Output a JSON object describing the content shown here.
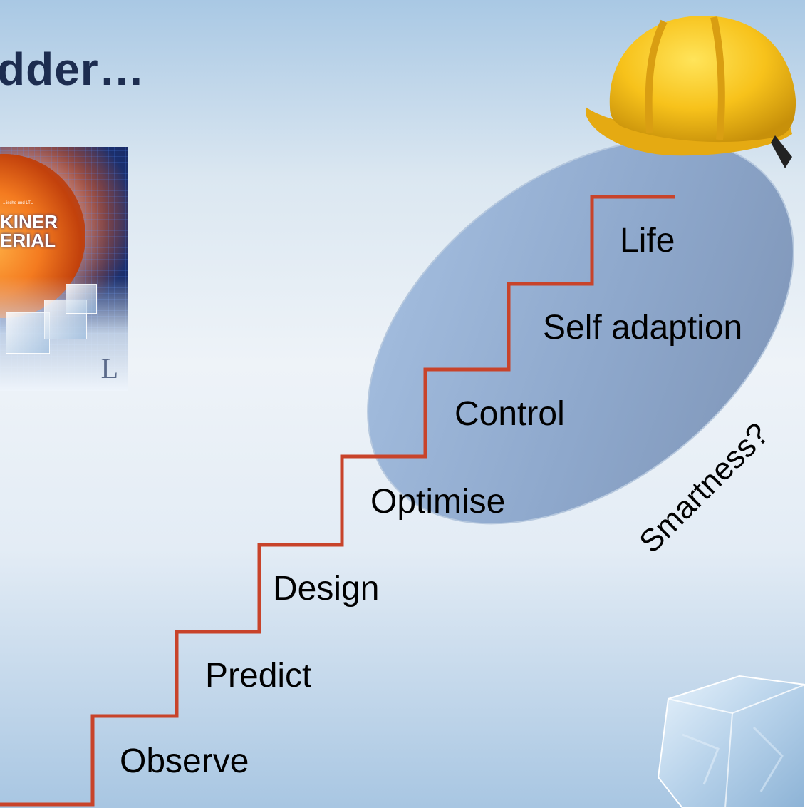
{
  "title": "dder…",
  "book": {
    "cover_lines": [
      "KINER",
      "ERIAL"
    ],
    "small_text": "...ische und LTU",
    "publisher_mark": "L"
  },
  "steps": [
    {
      "label": "Observe"
    },
    {
      "label": "Predict"
    },
    {
      "label": "Design"
    },
    {
      "label": "Optimise"
    },
    {
      "label": "Control"
    },
    {
      "label": "Self adaption"
    },
    {
      "label": "Life"
    }
  ],
  "ellipse_label": "Smartness?",
  "icons": {
    "helmet": "hard-hat-icon",
    "ice": "ice-cube-icon"
  },
  "colors": {
    "stair_line": "#c8432a",
    "ellipse_fill": "#8faad1",
    "title": "#1d2d50",
    "helmet": "#f7c21b"
  }
}
